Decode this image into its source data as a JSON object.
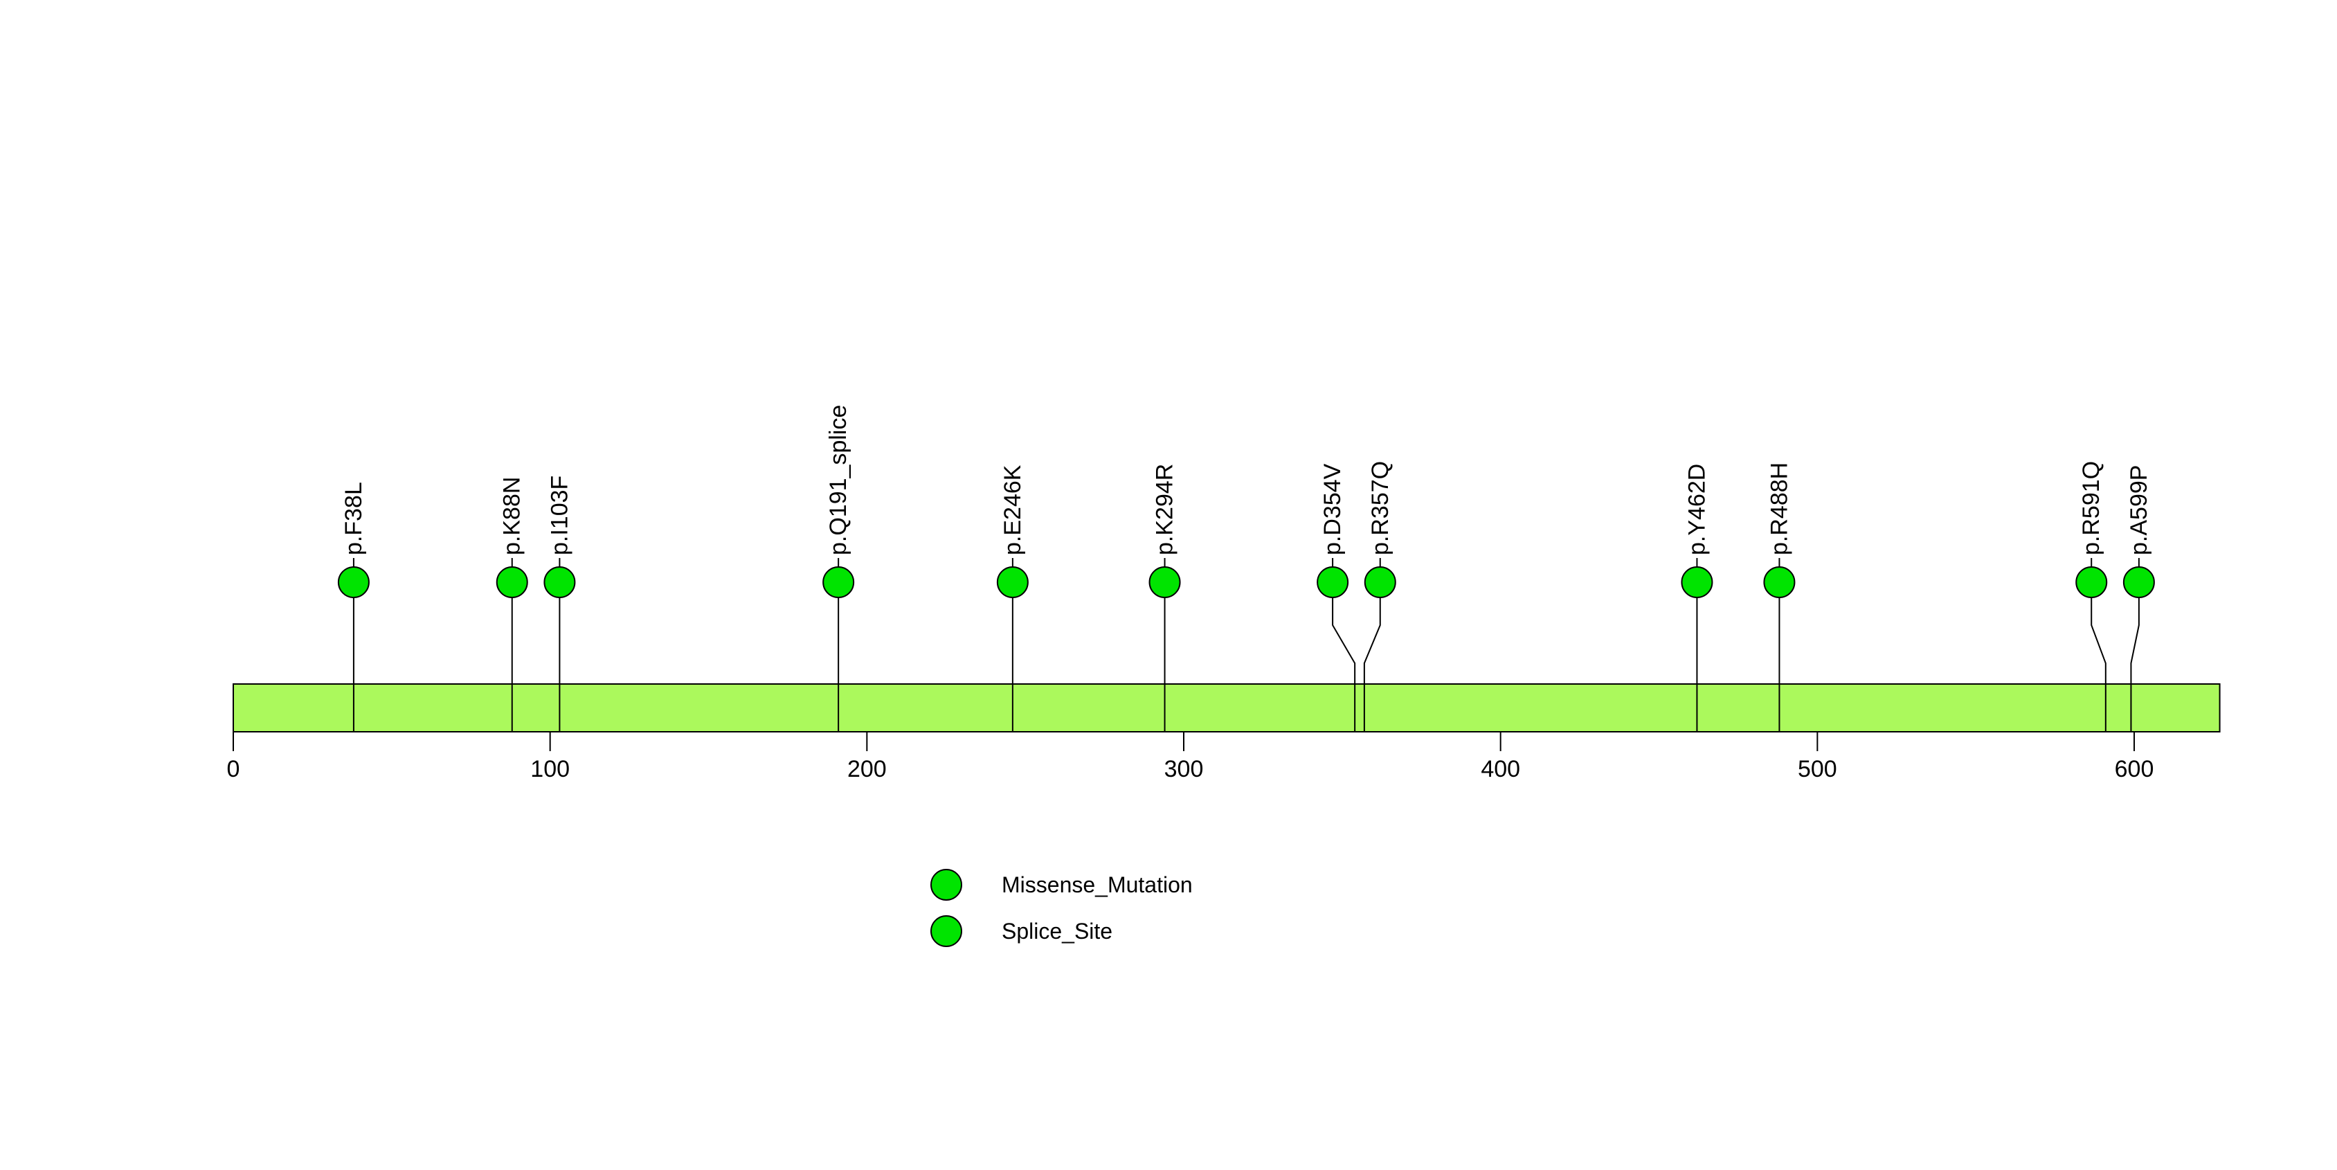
{
  "chart_data": {
    "type": "lollipop",
    "title": "",
    "xlabel": "",
    "ylabel": "",
    "protein_length": 627,
    "xlim": [
      0,
      627
    ],
    "x_ticks": [
      0,
      100,
      200,
      300,
      400,
      500,
      600
    ],
    "grid": false,
    "legend_position": "bottom-left-of-center",
    "bar_color": "#ABF95C",
    "bar_border_color": "#000000",
    "point_color": "#00E400",
    "point_border_color": "#000000",
    "mutations": [
      {
        "label": "p.F38L",
        "position": 38,
        "head_position": 38,
        "type": "Missense_Mutation"
      },
      {
        "label": "p.K88N",
        "position": 88,
        "head_position": 88,
        "type": "Missense_Mutation"
      },
      {
        "label": "p.I103F",
        "position": 103,
        "head_position": 103,
        "type": "Missense_Mutation"
      },
      {
        "label": "p.Q191_splice",
        "position": 191,
        "head_position": 191,
        "type": "Splice_Site"
      },
      {
        "label": "p.E246K",
        "position": 246,
        "head_position": 246,
        "type": "Missense_Mutation"
      },
      {
        "label": "p.K294R",
        "position": 294,
        "head_position": 294,
        "type": "Missense_Mutation"
      },
      {
        "label": "p.D354V",
        "position": 354,
        "head_position": 347,
        "type": "Missense_Mutation"
      },
      {
        "label": "p.R357Q",
        "position": 357,
        "head_position": 362,
        "type": "Missense_Mutation"
      },
      {
        "label": "p.Y462D",
        "position": 462,
        "head_position": 462,
        "type": "Missense_Mutation"
      },
      {
        "label": "p.R488H",
        "position": 488,
        "head_position": 488,
        "type": "Missense_Mutation"
      },
      {
        "label": "p.R591Q",
        "position": 591,
        "head_position": 586.5,
        "type": "Missense_Mutation"
      },
      {
        "label": "p.A599P",
        "position": 599,
        "head_position": 601.5,
        "type": "Missense_Mutation"
      }
    ],
    "legend": [
      {
        "label": "Missense_Mutation",
        "color": "#00E400"
      },
      {
        "label": "Splice_Site",
        "color": "#00E400"
      }
    ]
  }
}
